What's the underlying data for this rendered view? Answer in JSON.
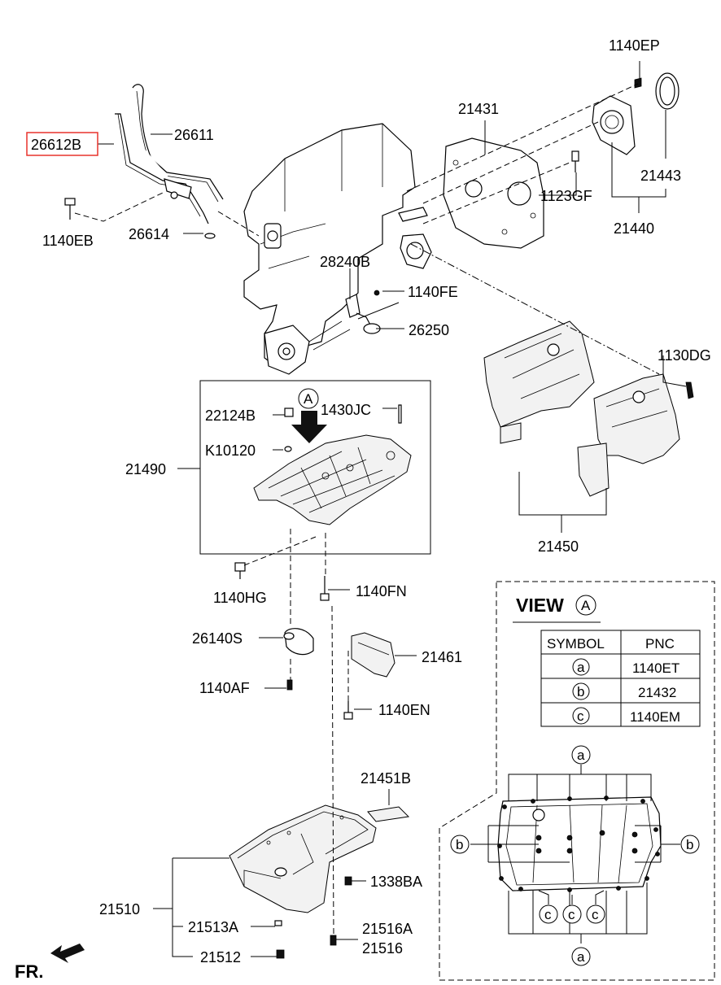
{
  "part_labels": {
    "p26612B": "26612B",
    "p26611": "26611",
    "p1140EB": "1140EB",
    "p26614": "26614",
    "p21431": "21431",
    "p1140EP": "1140EP",
    "p21443": "21443",
    "p1123GF": "1123GF",
    "p21440": "21440",
    "p28240B": "28240B",
    "p1140FE": "1140FE",
    "p26250": "26250",
    "p1130DG": "1130DG",
    "p22124B": "22124B",
    "p1430JC": "1430JC",
    "pK10120": "K10120",
    "p21490": "21490",
    "p21450": "21450",
    "p1140HG": "1140HG",
    "p1140FN": "1140FN",
    "p26140S": "26140S",
    "p21461": "21461",
    "p1140AF": "1140AF",
    "p1140EN": "1140EN",
    "p21451B": "21451B",
    "p1338BA": "1338BA",
    "p21510": "21510",
    "p21513A": "21513A",
    "p21516A": "21516A",
    "p21516": "21516",
    "p21512": "21512"
  },
  "view": {
    "title": "VIEW",
    "marker": "A",
    "table": {
      "headers": [
        "SYMBOL",
        "PNC"
      ],
      "rows": [
        {
          "symbol": "a",
          "pnc": "1140ET"
        },
        {
          "symbol": "b",
          "pnc": "21432"
        },
        {
          "symbol": "c",
          "pnc": "1140EM"
        }
      ]
    },
    "pan_markers": {
      "top": "a",
      "bottom": "a",
      "left": "b",
      "right": "b",
      "c1": "c",
      "c2": "c",
      "c3": "c"
    }
  },
  "detail_marker": "A",
  "front_label": "FR.",
  "highlight_color": "#e8322b"
}
